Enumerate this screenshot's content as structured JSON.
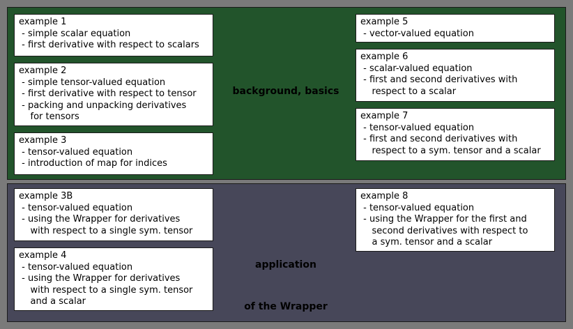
{
  "top_section": {
    "label": "background, basics",
    "cards": [
      {
        "title": "example 1",
        "lines": [
          " - simple scalar equation",
          " - first derivative with respect to scalars"
        ]
      },
      {
        "title": "example 2",
        "lines": [
          " - simple tensor-valued equation",
          " - first derivative with respect to tensor",
          " - packing and unpacking derivatives",
          "    for tensors"
        ]
      },
      {
        "title": "example 3",
        "lines": [
          " - tensor-valued equation",
          " - introduction of map for indices"
        ]
      },
      {
        "title": "example 5",
        "lines": [
          " - vector-valued equation"
        ]
      },
      {
        "title": "example 6",
        "lines": [
          " - scalar-valued equation",
          " - first and second derivatives with",
          "    respect to a scalar"
        ]
      },
      {
        "title": "example 7",
        "lines": [
          " - tensor-valued equation",
          " - first and second derivatives with",
          "    respect to a sym. tensor and a scalar"
        ]
      }
    ]
  },
  "bottom_section": {
    "label_line1": "application",
    "label_line2": "of the Wrapper",
    "cards": [
      {
        "title": "example 3B",
        "lines": [
          " - tensor-valued equation",
          " - using the Wrapper for derivatives",
          "    with respect to a single sym. tensor"
        ]
      },
      {
        "title": "example 4",
        "lines": [
          " - tensor-valued equation",
          " - using the Wrapper for derivatives",
          "    with respect to a single sym. tensor",
          "    and a scalar"
        ]
      },
      {
        "title": "example 8",
        "lines": [
          " - tensor-valued equation",
          " - using the Wrapper for the first and",
          "    second derivatives with respect to",
          "    a sym. tensor and a scalar"
        ]
      }
    ]
  }
}
